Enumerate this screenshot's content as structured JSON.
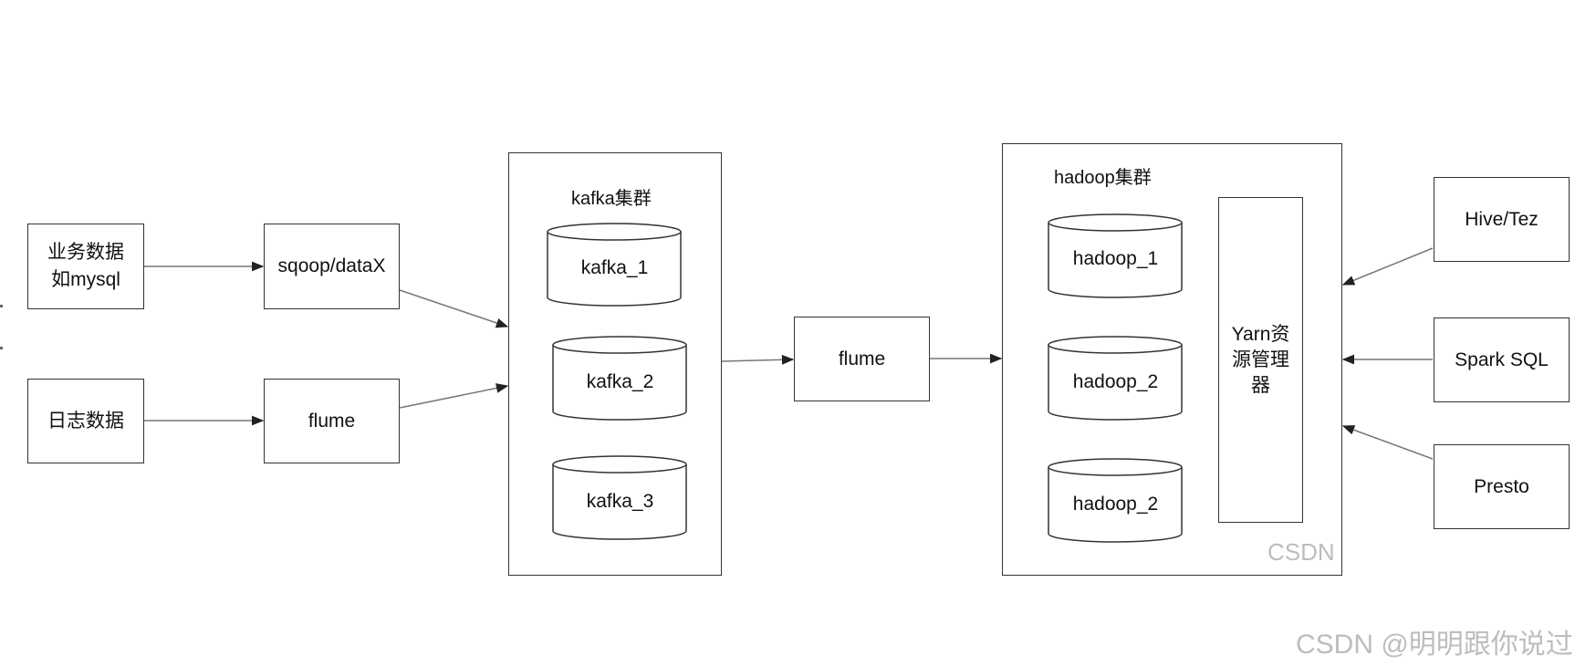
{
  "sources": {
    "business": [
      "业务数据",
      "如mysql"
    ],
    "log": "日志数据"
  },
  "collectors": {
    "sqoop": "sqoop/dataX",
    "flume1": "flume"
  },
  "kafka": {
    "title": "kafka集群",
    "nodes": [
      "kafka_1",
      "kafka_2",
      "kafka_3"
    ]
  },
  "flume2": "flume",
  "hadoop": {
    "title": "hadoop集群",
    "nodes": [
      "hadoop_1",
      "hadoop_2",
      "hadoop_2"
    ],
    "yarn": [
      "Yarn资",
      "源管理",
      "器"
    ]
  },
  "engines": [
    "Hive/Tez",
    "Spark SQL",
    "Presto"
  ],
  "watermarks": {
    "inner": "CSDN",
    "footer": "CSDN @明明跟你说过"
  }
}
